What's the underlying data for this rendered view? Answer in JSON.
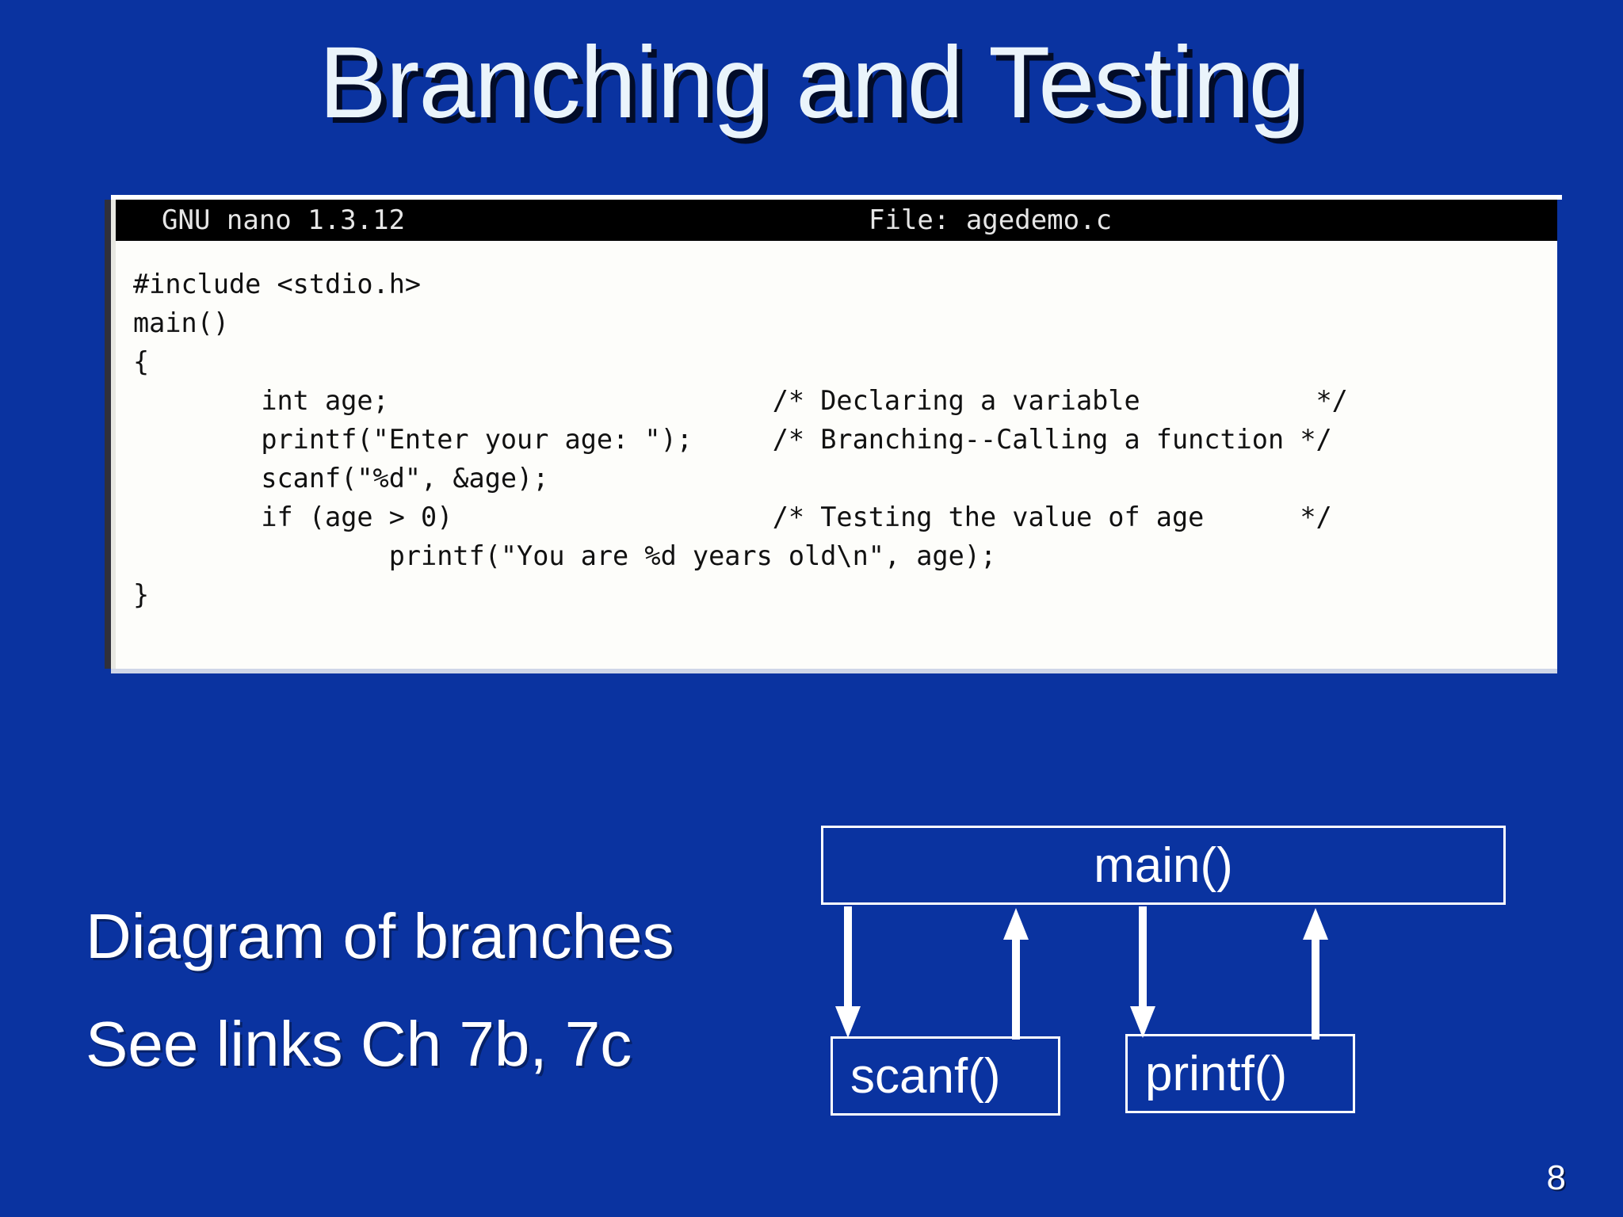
{
  "slide": {
    "title": "Branching and Testing",
    "background_color": "#0a33a0",
    "title_color": "#eaf4fb",
    "page_number": "8"
  },
  "editor": {
    "app_version": "GNU nano 1.3.12",
    "file_label": "File: agedemo.c",
    "titlebar_bg": "#000000",
    "titlebar_fg": "#e6e6e6",
    "paper_bg": "#fdfdfa",
    "code_color": "#111111",
    "code": "#include <stdio.h>\nmain()\n{\n        int age;                        /* Declaring a variable           */\n        printf(\"Enter your age: \");     /* Branching--Calling a function */\n        scanf(\"%d\", &age);\n        if (age > 0)                    /* Testing the value of age      */\n                printf(\"You are %d years old\\n\", age);\n}",
    "code_lines": [
      "#include <stdio.h>",
      "main()",
      "{",
      "        int age;                        /* Declaring a variable           */",
      "        printf(\"Enter your age: \");     /* Branching--Calling a function */",
      "        scanf(\"%d\", &age);",
      "        if (age > 0)                    /* Testing the value of age      */",
      "                printf(\"You are %d years old\\n\", age);",
      "}"
    ]
  },
  "body": {
    "lines": [
      "Diagram of branches",
      "See links Ch 7b, 7c"
    ],
    "text_color": "#ffffff"
  },
  "diagram": {
    "nodes": [
      {
        "id": "main",
        "label": "main()"
      },
      {
        "id": "scanf",
        "label": "scanf()"
      },
      {
        "id": "printf",
        "label": "printf()"
      }
    ],
    "edges": [
      {
        "from": "main",
        "to": "scanf",
        "direction": "down"
      },
      {
        "from": "scanf",
        "to": "main",
        "direction": "up"
      },
      {
        "from": "main",
        "to": "printf",
        "direction": "down"
      },
      {
        "from": "printf",
        "to": "main",
        "direction": "up"
      }
    ],
    "box_border_color": "#ffffff",
    "arrow_color": "#ffffff"
  }
}
